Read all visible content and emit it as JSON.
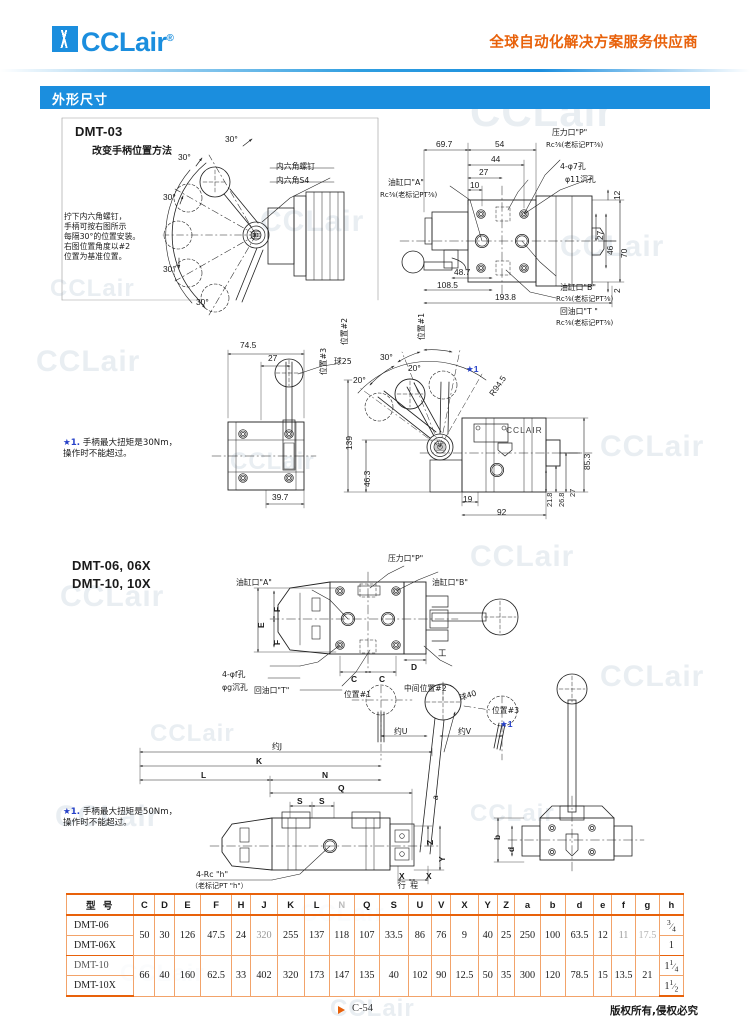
{
  "header": {
    "brand": "CCLair",
    "brand_reg": "®",
    "slogan": "全球自动化解决方案服务供应商",
    "section_title": "外形尺寸"
  },
  "watermark": {
    "text": "CCLair"
  },
  "sections": {
    "dmt03": {
      "model": "DMT-03",
      "subtitle": "改变手柄位置方法",
      "note_block": "拧下内六角螺钉，\n手柄可按右图所示\n每隔30°的位置安装。\n右图位置角度以#2\n位置为基准位置。",
      "callout_screw_1": "内六角螺钉",
      "callout_screw_2": "内六角S4",
      "angles": [
        "30°",
        "30°",
        "30°",
        "30°",
        "30°"
      ],
      "port_a_1": "油缸口\"A\"",
      "port_a_2": "Rc³⁄₈(老标记PT³⁄₈)",
      "port_p_1": "压力口\"P\"",
      "port_p_2": "Rc³⁄₈(老标记PT³⁄₈)",
      "port_b_1": "油缸口\"B\"",
      "port_b_2": "Rc³⁄₈(老标记PT³⁄₈)",
      "port_t_1": "回油口\"T \"",
      "port_t_2": "Rc³⁄₈(老标记PT³⁄₈)",
      "hole_1": "4-φ7孔",
      "hole_2": "φ11沉孔",
      "dims": {
        "d697": "69.7",
        "d54": "54",
        "d44": "44",
        "d27": "27",
        "d10": "10",
        "d12": "12",
        "d27b": "27",
        "d46": "46",
        "d70": "70",
        "d2": "2",
        "d487": "48.7",
        "d1085": "108.5",
        "d1938": "193.8"
      }
    },
    "dmt03_side": {
      "note_star": "★",
      "note_num": "1.",
      "note_text": "手柄最大扭矩是30Nm，\n操作时不能超过。",
      "ball": "球25",
      "pos1": "位置#1",
      "pos2": "位置#2",
      "pos3": "位置#3",
      "ang20a": "20°",
      "ang30": "30°",
      "ang20b": "20°",
      "star1": "★1",
      "radius": "R94.5",
      "brand_plate": "CCLAIR",
      "dims": {
        "d745": "74.5",
        "d27": "27",
        "d397": "39.7",
        "d139": "139",
        "d463": "46.3",
        "d19": "19",
        "d92": "92",
        "d853": "85.3",
        "d218": "21.8",
        "d268": "26.8",
        "d27b": "27"
      }
    },
    "dmt06": {
      "model_line1": "DMT-06, 06X",
      "model_line2": "DMT-10, 10X",
      "port_a": "油缸口\"A\"",
      "port_p": "压力口\"P\"",
      "port_b": "油缸口\"B\"",
      "port_t": "回油口\"T\"",
      "hole_1": "4-φf孔",
      "hole_2": "φg沉孔",
      "labels": [
        "E",
        "F",
        "F",
        "C",
        "C",
        "D",
        "工"
      ],
      "rc_label": "4-Rc \"h\"",
      "rc_label2": "（老标记PT \"h\"）",
      "pos1": "位置#1",
      "pos2": "中间位置#2",
      "pos3": "位置#3",
      "star1": "★1",
      "ball40": "球40",
      "approx_u": "约U",
      "approx_v": "约V",
      "approx_j": "约J",
      "dim_k": "K",
      "dim_l": "L",
      "dim_n": "N",
      "dim_q": "Q",
      "dim_s1": "S",
      "dim_s2": "S",
      "dim_x1": "X",
      "dim_x2": "X",
      "dim_y": "Y",
      "dim_z": "Z",
      "dim_a": "a",
      "dim_b": "b",
      "dim_d": "d",
      "stroke": "行 程",
      "note_star": "★",
      "note_num": "1.",
      "note_text": "手柄最大扭矩是50Nm，\n操作时不能超过。"
    }
  },
  "table": {
    "columns": [
      "型 号",
      "C",
      "D",
      "E",
      "F",
      "H",
      "J",
      "K",
      "L",
      "N",
      "Q",
      "S",
      "U",
      "V",
      "X",
      "Y",
      "Z",
      "a",
      "b",
      "d",
      "e",
      "f",
      "g",
      "h"
    ],
    "groups": [
      {
        "models": [
          "DMT-06",
          "DMT-06X"
        ],
        "values": [
          "50",
          "30",
          "126",
          "47.5",
          "24",
          "320",
          "255",
          "137",
          "118",
          "107",
          "33.5",
          "86",
          "76",
          "9",
          "40",
          "25",
          "250",
          "100",
          "63.5",
          "12",
          "11",
          "17.5"
        ],
        "h": [
          "3/4",
          "1"
        ]
      },
      {
        "models": [
          "DMT-10",
          "DMT-10X"
        ],
        "values": [
          "66",
          "40",
          "160",
          "62.5",
          "33",
          "402",
          "320",
          "173",
          "147",
          "135",
          "40",
          "102",
          "90",
          "12.5",
          "50",
          "35",
          "300",
          "120",
          "78.5",
          "15",
          "13.5",
          "21"
        ],
        "h": [
          "1 1/4",
          "1 1/2"
        ]
      }
    ]
  },
  "footer": {
    "page": "C-54",
    "copyright": "版权所有,侵权必究"
  },
  "colors": {
    "brand_blue": "#1b8ede",
    "accent_orange": "#e8610a",
    "table_rule": "#e8610a",
    "star_blue": "#2540c8"
  }
}
